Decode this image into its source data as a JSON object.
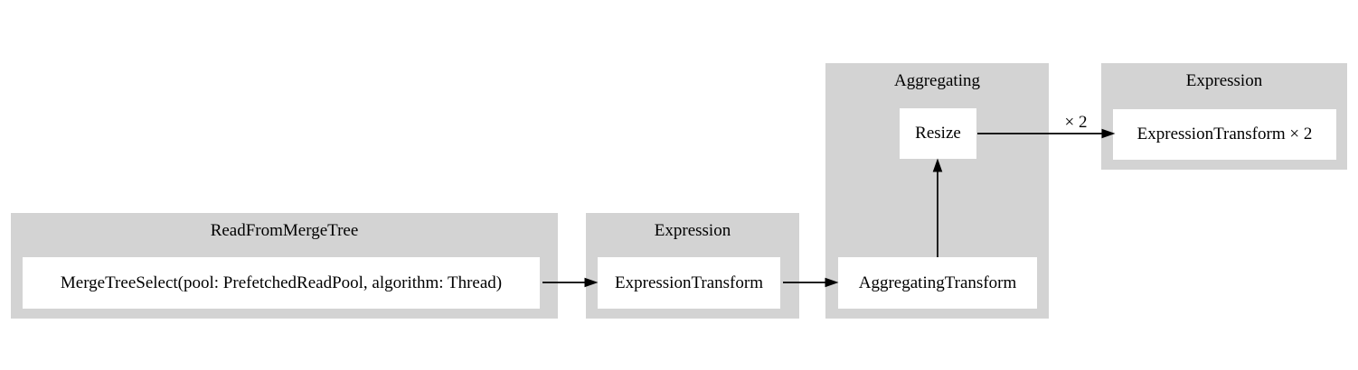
{
  "diagram": {
    "type": "query-pipeline-graph",
    "colors": {
      "background": "#ffffff",
      "cluster_fill": "#d3d3d3",
      "node_fill": "#ffffff",
      "edge": "#000000",
      "text": "#000000"
    },
    "clusters": [
      {
        "label": "ReadFromMergeTree",
        "nodes": [
          {
            "label": "MergeTreeSelect(pool: PrefetchedReadPool, algorithm: Thread)"
          }
        ]
      },
      {
        "label": "Expression",
        "nodes": [
          {
            "label": "ExpressionTransform"
          }
        ]
      },
      {
        "label": "Aggregating",
        "nodes": [
          {
            "label": "Resize"
          },
          {
            "label": "AggregatingTransform"
          }
        ]
      },
      {
        "label": "Expression",
        "nodes": [
          {
            "label": "ExpressionTransform × 2"
          }
        ]
      }
    ],
    "edges": [
      {
        "from": "MergeTreeSelect(pool: PrefetchedReadPool, algorithm: Thread)",
        "to": "ExpressionTransform",
        "label": ""
      },
      {
        "from": "ExpressionTransform",
        "to": "AggregatingTransform",
        "label": ""
      },
      {
        "from": "AggregatingTransform",
        "to": "Resize",
        "label": ""
      },
      {
        "from": "Resize",
        "to": "ExpressionTransform × 2",
        "label": "× 2"
      }
    ]
  }
}
